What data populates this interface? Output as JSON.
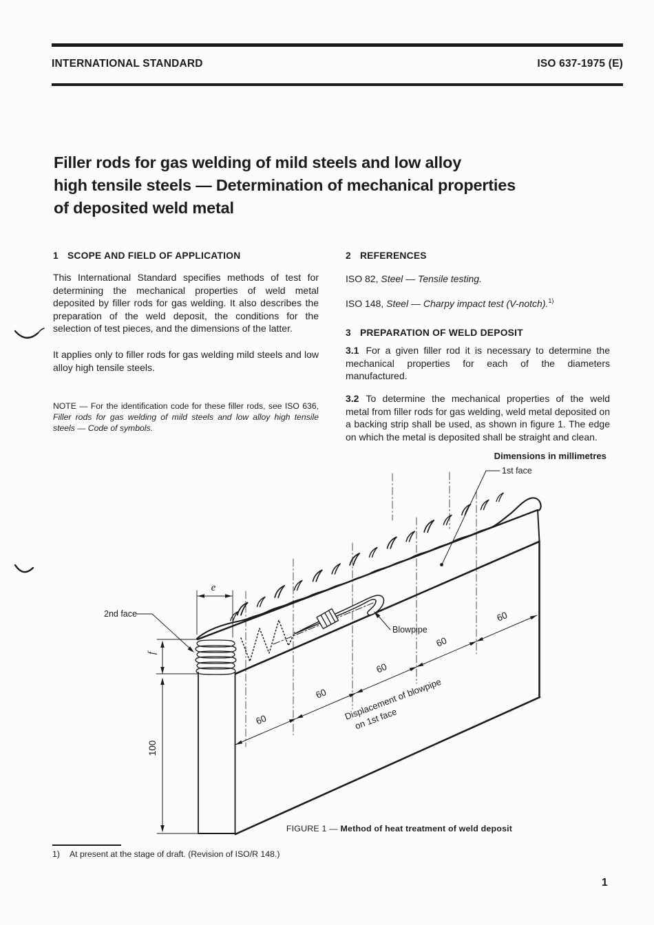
{
  "page": {
    "number": "1"
  },
  "header": {
    "left": "INTERNATIONAL STANDARD",
    "right": "ISO 637-1975 (E)"
  },
  "title_lines": [
    "Filler rods for gas welding of mild steels and low alloy",
    "high tensile steels — Determination of mechanical properties",
    "of deposited weld metal"
  ],
  "sections": {
    "scope": {
      "number": "1",
      "heading": "SCOPE AND FIELD OF APPLICATION",
      "para1": "This International Standard specifies methods of test for determining the mechanical properties of weld metal deposited by filler rods for gas welding. It also describes the preparation of the weld deposit, the conditions for the selection of test pieces, and the dimensions of the latter.",
      "para2": "It applies only to filler rods for gas welding mild steels and low alloy high tensile steels.",
      "note_prefix": "NOTE — For the identification code for these filler rods, see ISO 636, ",
      "note_italic": "Filler rods for gas welding of mild steels and low alloy high tensile steels — Code of symbols."
    },
    "references": {
      "number": "2",
      "heading": "REFERENCES",
      "ref1_prefix": "ISO 82, ",
      "ref1_title": "Steel — Tensile testing.",
      "ref2_prefix": "ISO 148, ",
      "ref2_title": "Steel — Charpy impact test (V-notch).",
      "ref2_footnote_marker": "1)"
    },
    "preparation": {
      "number": "3",
      "heading": "PREPARATION OF WELD DEPOSIT",
      "p31_num": "3.1",
      "p31_text": "For a given filler rod it is necessary to determine the mechanical properties for each of the diameters manufactured.",
      "p32_num": "3.2",
      "p32_text": "To determine the mechanical properties of the weld metal from filler rods for gas welding, weld metal deposited on a backing strip shall be used, as shown in figure 1. The edge on which the metal is deposited shall be straight and clean."
    }
  },
  "figure": {
    "dimensions_note": "Dimensions in millimetres",
    "labels": {
      "first_face": "1st face",
      "second_face": "2nd face",
      "blowpipe": "Blowpipe",
      "e": "e",
      "f": "f",
      "height": "100",
      "segment": "60",
      "displacement_line1": "Displacement of blowpipe",
      "displacement_line2": "on 1st face"
    },
    "caption_prefix": "FIGURE 1 — ",
    "caption": "Method of heat treatment of weld deposit"
  },
  "footnote": {
    "marker": "1)",
    "text": "At present at the stage of draft. (Revision of ISO/R 148.)"
  }
}
